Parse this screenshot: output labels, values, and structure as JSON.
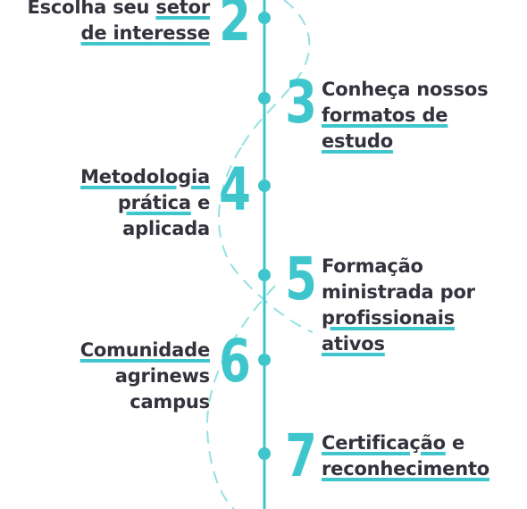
{
  "colors": {
    "accent": "#3fc6cc",
    "text": "#34333d",
    "background": "#ffffff"
  },
  "steps": [
    {
      "number": "2",
      "side": "left",
      "lines": [
        [
          {
            "t": "Escolha seu ",
            "u": false
          },
          {
            "t": "setor",
            "u": true
          }
        ],
        [
          {
            "t": "de interesse",
            "u": true
          }
        ]
      ]
    },
    {
      "number": "3",
      "side": "right",
      "lines": [
        [
          {
            "t": "Conheça nossos",
            "u": false
          }
        ],
        [
          {
            "t": "formatos de",
            "u": true
          }
        ],
        [
          {
            "t": "estudo ",
            "u": true
          }
        ]
      ]
    },
    {
      "number": "4",
      "side": "left",
      "lines": [
        [
          {
            "t": "Metodologia",
            "u": true
          }
        ],
        [
          {
            "t": "prática",
            "u": true
          },
          {
            "t": " e",
            "u": false
          }
        ],
        [
          {
            "t": "aplicada",
            "u": false
          }
        ]
      ]
    },
    {
      "number": "5",
      "side": "right",
      "lines": [
        [
          {
            "t": "Formação",
            "u": false
          }
        ],
        [
          {
            "t": "ministrada por",
            "u": false
          }
        ],
        [
          {
            "t": "profissionais",
            "u": true
          }
        ],
        [
          {
            "t": "ativos",
            "u": true
          }
        ]
      ]
    },
    {
      "number": "6",
      "side": "left",
      "lines": [
        [
          {
            "t": "Comunidade",
            "u": true
          }
        ],
        [
          {
            "t": "agrinews",
            "u": false
          }
        ],
        [
          {
            "t": "campus",
            "u": false
          }
        ]
      ]
    },
    {
      "number": "7",
      "side": "right",
      "lines": [
        [
          {
            "t": "Certificação",
            "u": true
          },
          {
            "t": " e",
            "u": false
          }
        ],
        [
          {
            "t": "reconhecimento",
            "u": true
          }
        ]
      ]
    }
  ]
}
